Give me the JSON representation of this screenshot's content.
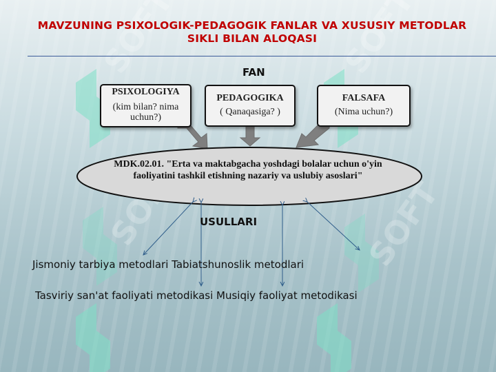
{
  "title": "MAVZUNING PSIXOLOGIK-PEDAGOGIK FANLAR VA XUSUSIY METODLAR SIKLI BILAN ALOQASI",
  "watermark_text": "SOFT",
  "fan_label": "FAN",
  "boxes": [
    {
      "title": "PSIXOLOGIYA",
      "subtitle": "(kim bilan? nima uchun?)"
    },
    {
      "title": "PEDAGOGIKA",
      "subtitle": "( Qanaqasiga? )"
    },
    {
      "title": "FALSAFA",
      "subtitle": "(Nima uchun?)"
    }
  ],
  "center": "MDK.02.01. \"Erta va maktabgacha yoshdagi bolalar uchun o'yin faoliyatini tashkil etishning nazariy va uslubiy asoslari\"",
  "methods_label": "USULLARI",
  "methods_line1": "Jismoniy tarbiya metodlari Tabiatshunoslik metodlari",
  "methods_line2": "Tasviriy san'at faoliyati metodikasi Musiqiy faoliyat metodikasi",
  "colors": {
    "title": "#c00000",
    "rule": "#3b5b9a",
    "thin_arrow": "#2f5d8a",
    "thick_arrow": "#7f7f7f",
    "watermark": "#7fe0c6"
  }
}
